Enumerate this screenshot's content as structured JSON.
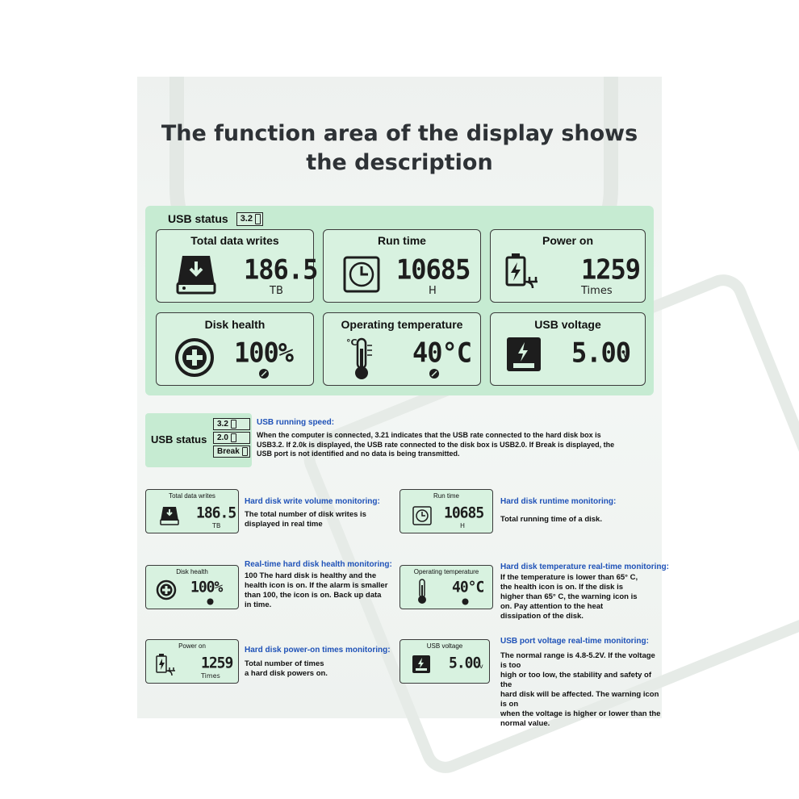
{
  "title": {
    "line1": "The function area of the display shows",
    "line2": "the description"
  },
  "usb_status": {
    "label": "USB status",
    "value": "3.2"
  },
  "panels": {
    "total_writes": {
      "label": "Total data writes",
      "value": "186.5",
      "unit": "TB"
    },
    "run_time": {
      "label": "Run time",
      "value": "10685",
      "unit": "H"
    },
    "power_on": {
      "label": "Power on",
      "value": "1259",
      "unit": "Times"
    },
    "disk_health": {
      "label": "Disk health",
      "value": "100%"
    },
    "temperature": {
      "label": "Operating temperature",
      "value": "40°C",
      "icon_text": "°C"
    },
    "usb_voltage": {
      "label": "USB voltage",
      "value": "5.00",
      "unit": "v"
    }
  },
  "usb_section": {
    "label": "USB status",
    "tags": [
      "3.2",
      "2.0",
      "Break"
    ],
    "title": "USB running speed:",
    "text": [
      "When the computer is connected, 3.21 indicates that the USB rate connected to the hard disk box is",
      "USB3.2. If 2.0k is displayed, the USB rate connected to the disk box is USB2.0. If Break is displayed, the",
      "USB port is not identified and no data is being transmitted."
    ]
  },
  "details": {
    "writes": {
      "title": "Hard disk write volume monitoring:",
      "text": [
        "The total number of disk writes is",
        "displayed in real time"
      ]
    },
    "runtime": {
      "title": "Hard disk runtime monitoring:",
      "text": [
        "Total running time of a disk."
      ]
    },
    "health": {
      "title": "Real-time hard disk health monitoring:",
      "text": [
        "100 The hard disk is healthy and the",
        "health icon is on. If the alarm is smaller",
        "than 100, the icon is on. Back up data",
        "in time."
      ]
    },
    "temp": {
      "title": "Hard disk temperature real-time monitoring:",
      "text": [
        "If the temperature is lower than 65° C,",
        "the health icon is on. If the disk is",
        "higher than 65° C, the warning icon is",
        "on. Pay attention to the heat",
        "dissipation of the disk."
      ]
    },
    "power": {
      "title": "Hard disk power-on times monitoring:",
      "text": [
        "Total number of times",
        "a hard disk powers on."
      ]
    },
    "voltage": {
      "title": "USB port voltage real-time monitoring:",
      "text": [
        "The normal range is 4.8-5.2V. If the voltage is too",
        "high or too low, the stability and safety of the",
        "hard disk will be affected. The warning icon is on",
        "when the voltage is higher or lower than the",
        "normal value."
      ]
    }
  },
  "colors": {
    "panel_bg": "#c6ebd2",
    "lcd_bg": "#d8f2e0",
    "accent_blue": "#1f52b8",
    "title": "#2e3236"
  }
}
